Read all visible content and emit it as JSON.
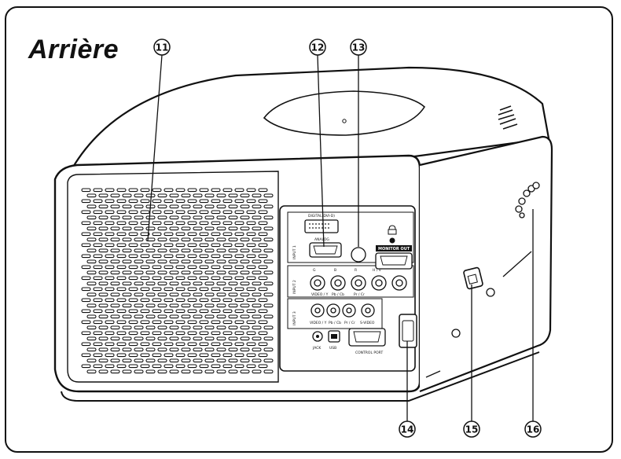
{
  "title": "Arrière",
  "callouts": [
    "11",
    "12",
    "13",
    "14",
    "15",
    "16"
  ],
  "panel_labels": {
    "digital": "DIGITAL(DVI-D)",
    "analog": "ANALOG",
    "input1": "INPUT 1",
    "input2": "INPUT 2",
    "input3": "INPUT 3",
    "monitor_out": "MONITOR OUT",
    "video_y": "VIDEO / Y",
    "pb_cb": "Pb / Cb",
    "pr_cr": "Pr / Cr",
    "s_video": "S-VIDEO",
    "usb": "USB",
    "control_port": "CONTROL PORT",
    "jack": "JACK",
    "r": "R",
    "g": "G",
    "b": "B",
    "h_v": "H / V"
  }
}
